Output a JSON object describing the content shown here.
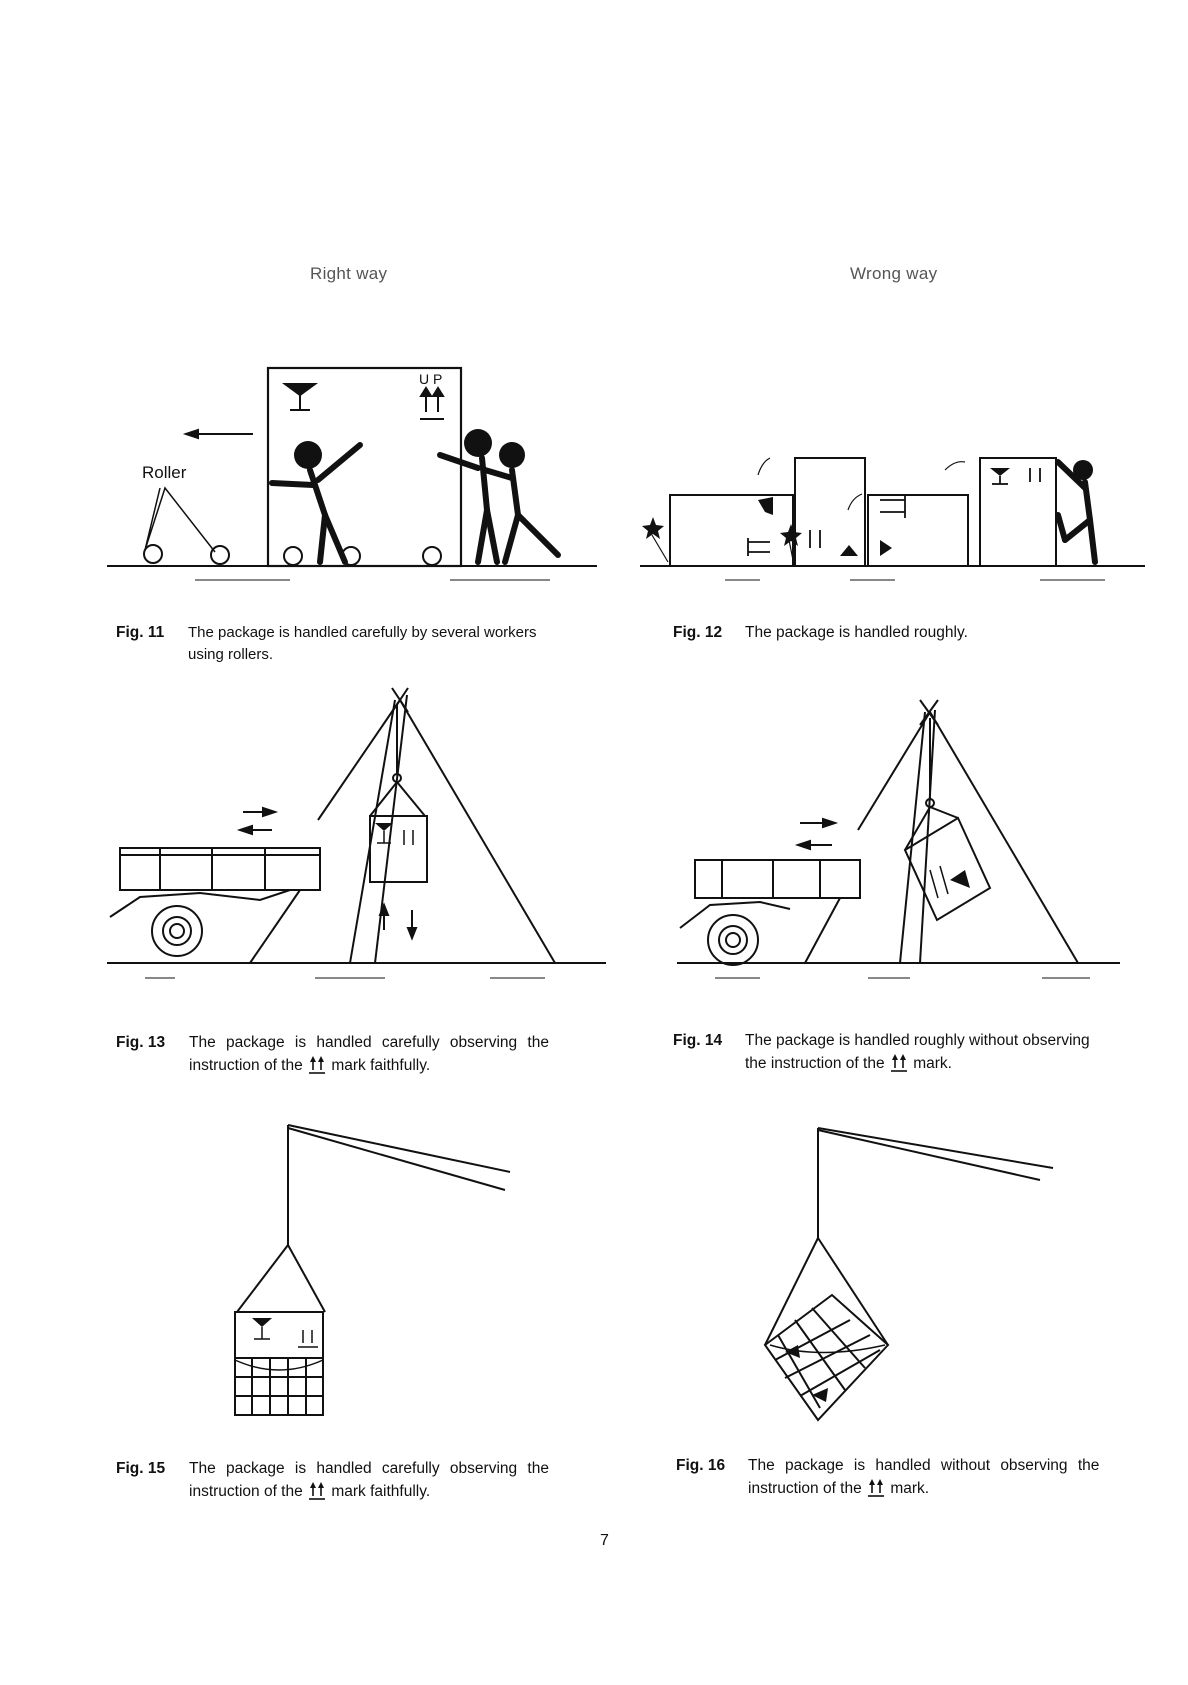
{
  "headings": {
    "right": "Right way",
    "wrong": "Wrong way"
  },
  "roller_label": "Roller",
  "package_marks": {
    "up_text": "U P",
    "mark_label": "UP"
  },
  "figures": [
    {
      "num": "Fig. 11",
      "line1": "The package is handled carefully by several workers",
      "line2": "using rollers."
    },
    {
      "num": "Fig. 12",
      "line1": "The package is handled roughly.",
      "line2": ""
    },
    {
      "num": "Fig. 13",
      "line1": "The package is handled carefully observing the",
      "line2a": "instruction of the",
      "line2b": "mark faithfully."
    },
    {
      "num": "Fig. 14",
      "line1": "The package is handled roughly without observing",
      "line2a": "the instruction of the",
      "line2b": "mark."
    },
    {
      "num": "Fig. 15",
      "line1": "The package is handled carefully observing the",
      "line2a": "instruction of the",
      "line2b": "mark faithfully."
    },
    {
      "num": "Fig. 16",
      "line1": "The package is handled without observing the",
      "line2a": "instruction of the",
      "line2b": "mark."
    }
  ],
  "page_number": "7"
}
